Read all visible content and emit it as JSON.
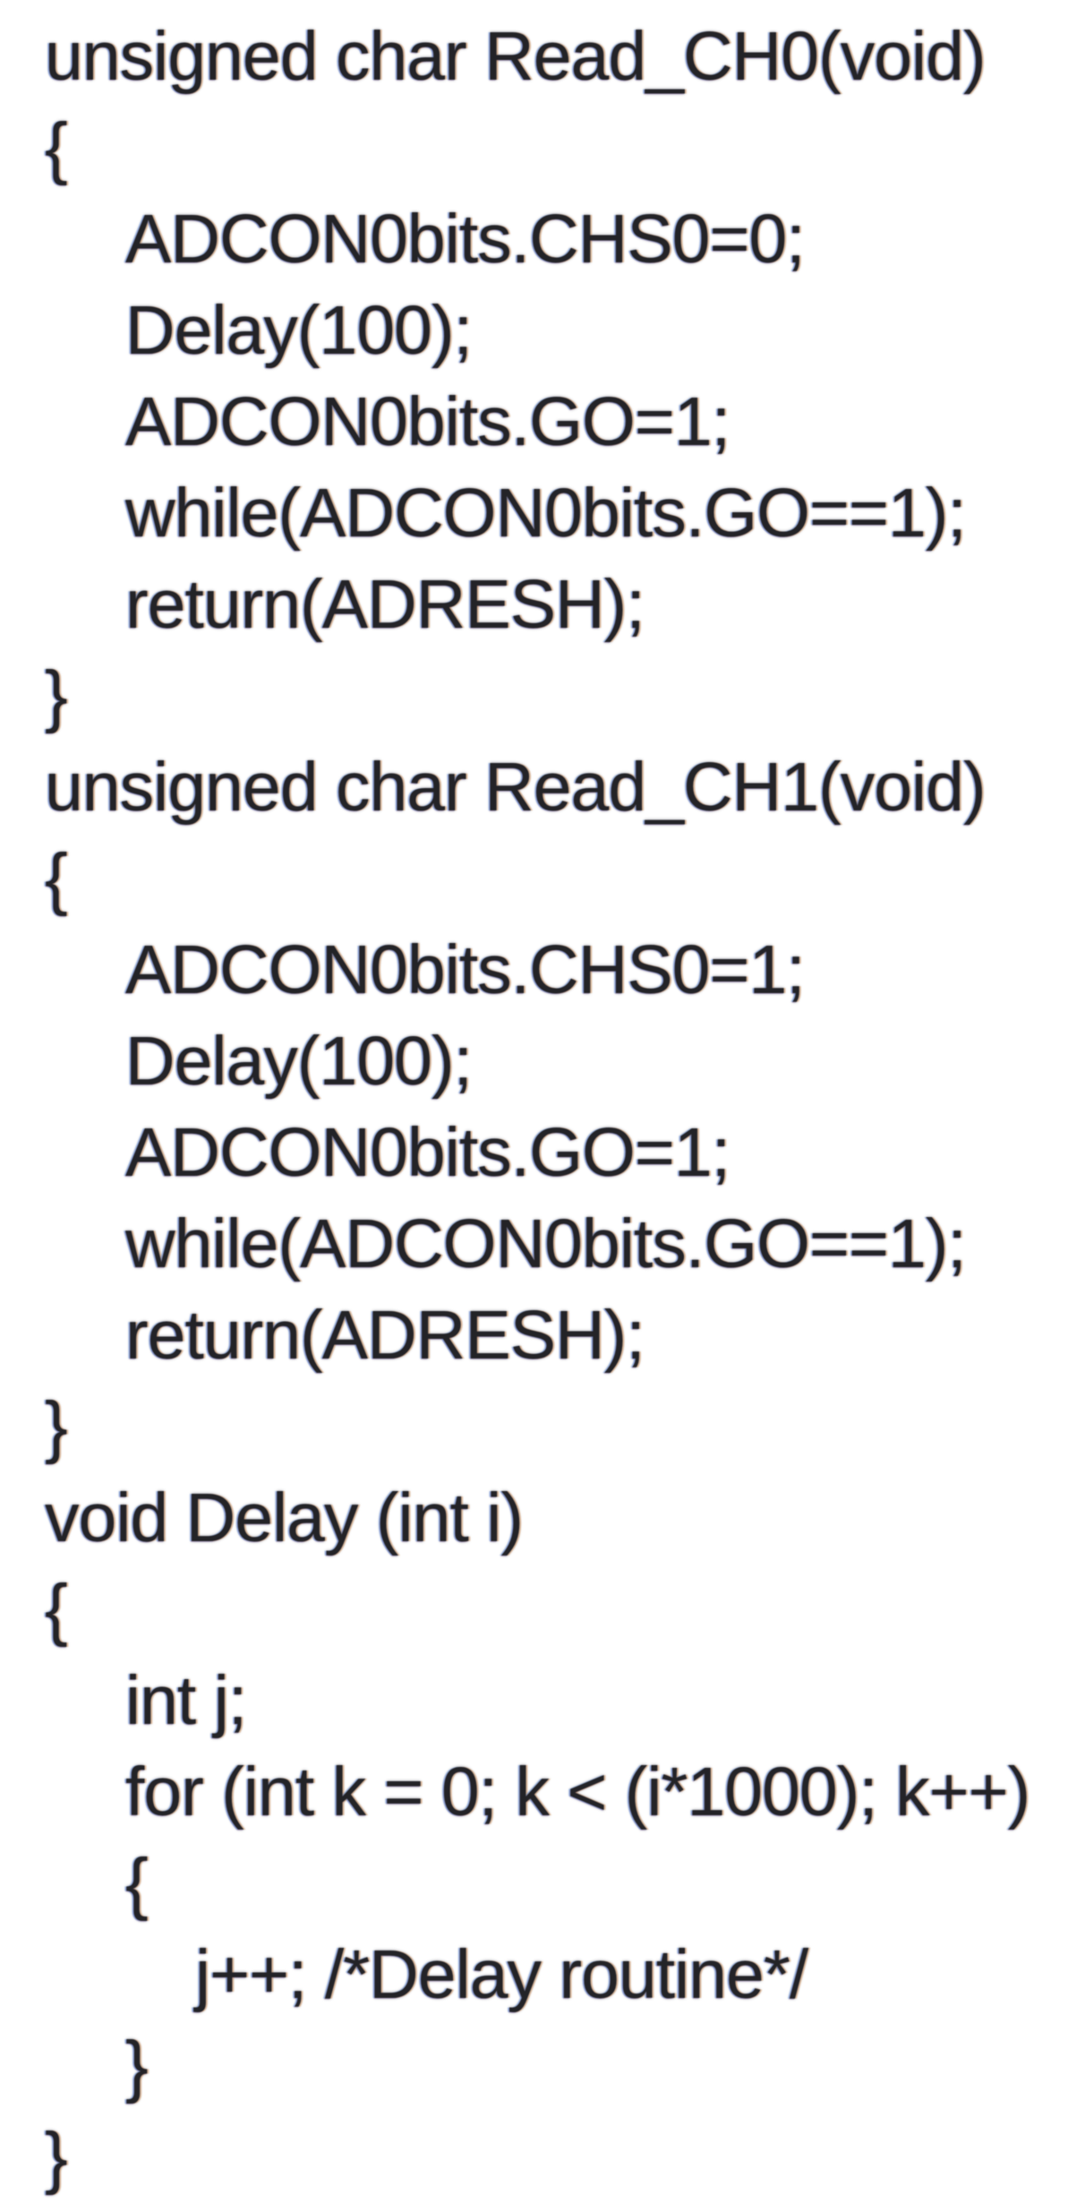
{
  "page": {
    "background_color": "#ffffff",
    "text_color": "#232327",
    "content_type": "c-source-code"
  },
  "code": {
    "language": "C",
    "lines": [
      {
        "indent": 0,
        "text": "unsigned char Read_CH0(void)"
      },
      {
        "indent": 0,
        "text": "{"
      },
      {
        "indent": 1,
        "text": "ADCON0bits.CHS0=0;"
      },
      {
        "indent": 1,
        "text": "Delay(100);"
      },
      {
        "indent": 1,
        "text": "ADCON0bits.GO=1;"
      },
      {
        "indent": 1,
        "text": "while(ADCON0bits.GO==1);"
      },
      {
        "indent": 1,
        "text": "return(ADRESH);"
      },
      {
        "indent": 0,
        "text": "}"
      },
      {
        "indent": 0,
        "text": "unsigned char Read_CH1(void)"
      },
      {
        "indent": 0,
        "text": "{"
      },
      {
        "indent": 1,
        "text": "ADCON0bits.CHS0=1;"
      },
      {
        "indent": 1,
        "text": "Delay(100);"
      },
      {
        "indent": 1,
        "text": "ADCON0bits.GO=1;"
      },
      {
        "indent": 1,
        "text": "while(ADCON0bits.GO==1);"
      },
      {
        "indent": 1,
        "text": "return(ADRESH);"
      },
      {
        "indent": 0,
        "text": "}"
      },
      {
        "indent": 0,
        "text": "void Delay (int i)"
      },
      {
        "indent": 0,
        "text": "{"
      },
      {
        "indent": 1,
        "text": "int j;"
      },
      {
        "indent": 1,
        "text": "for (int k = 0; k < (i*1000); k++)"
      },
      {
        "indent": 1,
        "text": "{"
      },
      {
        "indent": 2,
        "text": "j++; /*Delay routine*/"
      },
      {
        "indent": 1,
        "text": "}"
      },
      {
        "indent": 0,
        "text": "}"
      }
    ]
  }
}
